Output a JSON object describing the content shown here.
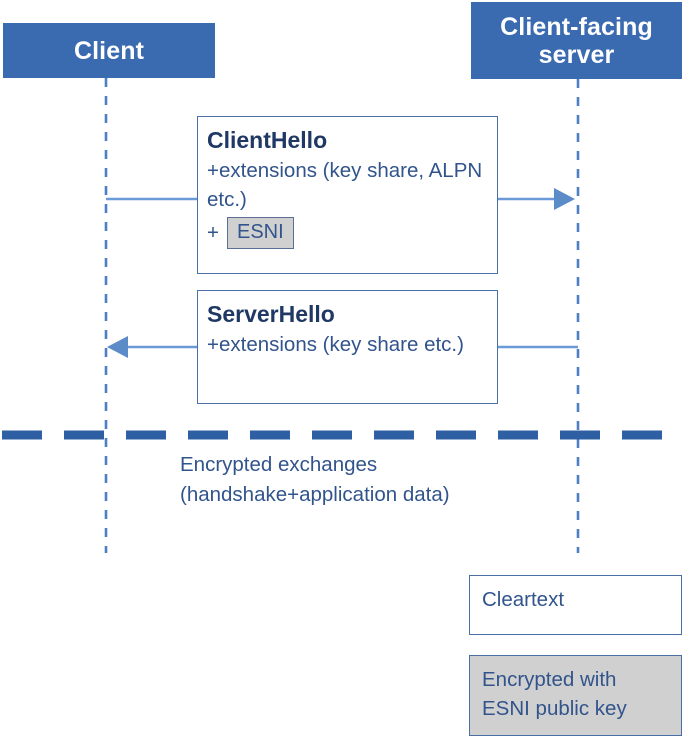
{
  "diagram": {
    "title": "ESNI TLS 1.3 handshake sequence diagram",
    "colors": {
      "actor_fill": "#3A6AB0",
      "actor_text": "#FFFFFF",
      "box_border": "#4A6FA5",
      "title_text": "#1F3864",
      "body_text": "#31548C",
      "encrypted_fill": "#D0D0D0",
      "lifeline": "#4E7FC4",
      "arrow": "#6A9BD8",
      "divider": "#2E5FA3"
    }
  },
  "actors": [
    {
      "id": "client",
      "label": "Client"
    },
    {
      "id": "client-facing-server",
      "label": "Client-facing\nserver"
    }
  ],
  "messages": [
    {
      "id": "clienthello",
      "title": "ClientHello",
      "body": "+extensions (key share, ALPN etc.)",
      "plus": "+",
      "badge": "ESNI",
      "direction": "client-to-server"
    },
    {
      "id": "serverhello",
      "title": "ServerHello",
      "body": "+extensions (key share etc.)",
      "direction": "server-to-client"
    }
  ],
  "divider": {
    "caption_line1": "Encrypted exchanges",
    "caption_line2": "(handshake+application data)"
  },
  "legend": [
    {
      "id": "cleartext",
      "label": "Cleartext",
      "style": "white"
    },
    {
      "id": "encrypted",
      "label": "Encrypted with ESNI public key",
      "style": "gray"
    }
  ]
}
